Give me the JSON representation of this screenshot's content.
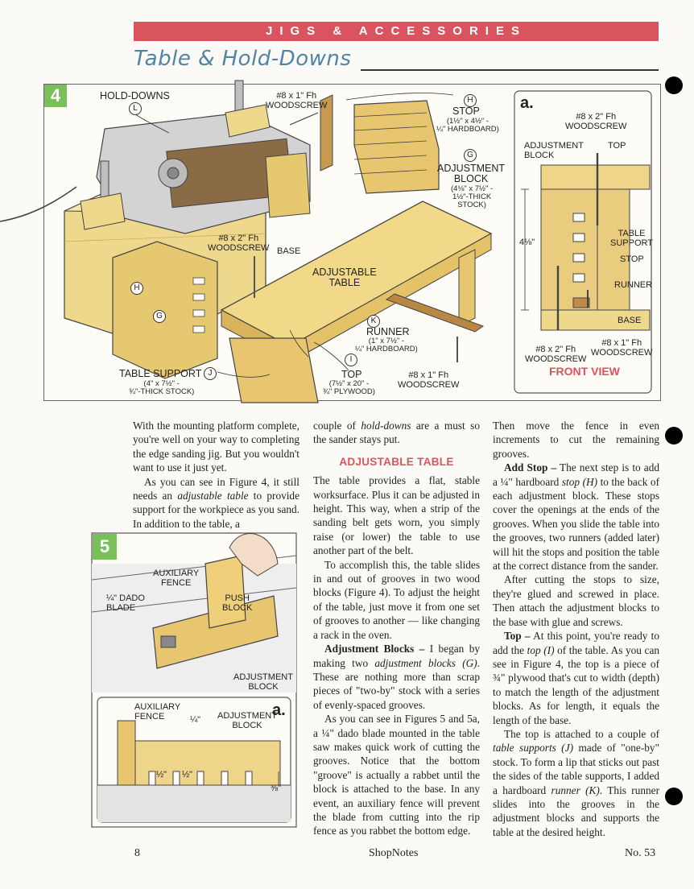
{
  "header": {
    "section": "JIGS & ACCESSORIES",
    "title": "Table & Hold-Downs"
  },
  "figure4": {
    "number": "4",
    "labels": {
      "hold_downs": "HOLD-DOWNS",
      "l": "L",
      "screw_top": "#8 x 1\" Fh",
      "screw_top2": "WOODSCREW",
      "h": "H",
      "stop": "STOP",
      "stop_dim": "(1½\" x 4½\" -",
      "stop_mat": "¼\" HARDBOARD)",
      "g": "G",
      "adj_block": "ADJUSTMENT",
      "adj_block2": "BLOCK",
      "adj_dim": "(4⅛\" x 7½\" -",
      "adj_dim2": "1½\"-THICK",
      "adj_mat": "STOCK)",
      "screw_base": "#8 x 2\" Fh",
      "screw_base2": "WOODSCREW",
      "base": "BASE",
      "adj_table": "ADJUSTABLE",
      "adj_table2": "TABLE",
      "k": "K",
      "runner": "RUNNER",
      "runner_dim": "(1\" x 7½\" -",
      "runner_mat": "¼\" HARDBOARD)",
      "i": "I",
      "top": "TOP",
      "top_dim": "(7½\" x 20\" -",
      "top_mat": "¾\" PLYWOOD)",
      "screw_bot": "#8 x 1\" Fh",
      "screw_bot2": "WOODSCREW",
      "table_support": "TABLE SUPPORT",
      "j": "J",
      "ts_dim": "(4\" x 7½\" -",
      "ts_mat": "¾\"-THICK STOCK)"
    }
  },
  "figure4a": {
    "letter": "a.",
    "labels": {
      "screw1": "#8 x 2\" Fh",
      "screw1b": "WOODSCREW",
      "adj": "ADJUSTMENT",
      "adj2": "BLOCK",
      "top": "TOP",
      "table_support": "TABLE",
      "table_support2": "SUPPORT",
      "height": "4⅛\"",
      "stop": "STOP",
      "runner": "RUNNER",
      "base": "BASE",
      "screw2": "#8 x 1\" Fh",
      "screw2b": "WOODSCREW",
      "screw3": "#8 x 2\" Fh",
      "screw3b": "WOODSCREW"
    },
    "caption": "FRONT VIEW"
  },
  "figure5": {
    "number": "5",
    "labels": {
      "aux": "AUXILIARY",
      "aux2": "FENCE",
      "dado": "¼\" DADO",
      "dado2": "BLADE",
      "push": "PUSH",
      "push2": "BLOCK",
      "adj": "ADJUSTMENT",
      "adj2": "BLOCK"
    }
  },
  "figure5a": {
    "letter": "a.",
    "labels": {
      "aux": "AUXILIARY",
      "aux2": "FENCE",
      "quarter": "¼\"",
      "adj": "ADJUSTMENT",
      "adj2": "BLOCK",
      "half1": "½\"",
      "half2": "½\"",
      "three_eighths": "⅜\""
    }
  },
  "body": {
    "col1_p1": "With the mounting platform complete, you're well on your way to completing the edge sanding jig. But you wouldn't want to use it just yet.",
    "col1_p2_a": "As you can see in Figure 4, it still needs an ",
    "col1_p2_em": "adjustable table",
    "col1_p2_b": " to provide support for the workpiece as you sand. In addition to the table, a",
    "col2_p1_a": "couple of ",
    "col2_p1_em": "hold-downs",
    "col2_p1_b": " are a must so the sander stays put.",
    "heading": "ADJUSTABLE TABLE",
    "col2_p2": "The table provides a flat, stable worksurface. Plus it can be adjusted in height. This way, when a strip of the sanding belt gets worn, you simply raise (or lower) the table to use another part of the belt.",
    "col2_p3": "To accomplish this, the table slides in and out of grooves in two wood blocks (Figure 4). To adjust the height of the table, just move it from one set of grooves to another — like changing a rack in the oven.",
    "col2_p4_run": "Adjustment Blocks –",
    "col2_p4_a": " I began by making two ",
    "col2_p4_em": "adjustment blocks (G)",
    "col2_p4_b": ". These are nothing more than scrap pieces of \"two-by\" stock with a series of evenly-spaced grooves.",
    "col2_p5": "As you can see in Figures 5 and 5a, a ¼\" dado blade mounted in the table saw makes quick work of cutting the grooves. Notice that the bottom \"groove\" is actually a rabbet until the block is attached to the base. In any event, an auxiliary fence will prevent the blade from cutting into the rip fence as you rabbet the bottom edge.",
    "col3_p1": "Then move the fence in even increments to cut the remaining grooves.",
    "col3_p2_run": "Add Stop –",
    "col3_p2_a": " The next step is to add a ¼\" hardboard ",
    "col3_p2_em": "stop (H)",
    "col3_p2_b": " to the back of each adjustment block. These stops cover the openings at the ends of the grooves. When you slide the table into the grooves, two runners (added later) will hit the stops and position the table at the correct distance from the sander.",
    "col3_p3": "After cutting the stops to size, they're glued and screwed in place. Then attach the adjustment blocks to the base with glue and screws.",
    "col3_p4_run": "Top –",
    "col3_p4_a": " At this point, you're ready to add the ",
    "col3_p4_em": "top (I)",
    "col3_p4_b": " of the table. As you can see in Figure 4, the top is a piece of ¾\" plywood that's cut to width (depth) to match the length of the adjustment blocks. As for length, it equals the length of the base.",
    "col3_p5_a": "The top is attached to a couple of ",
    "col3_p5_em": "table supports (J)",
    "col3_p5_b": " made of \"one-by\" stock. To form a lip that sticks out past the sides of the table supports, I added a hardboard ",
    "col3_p5_em2": "runner (K)",
    "col3_p5_c": ". This runner slides into the grooves in the adjustment blocks and supports the table at the desired height."
  },
  "footer": {
    "page": "8",
    "magazine": "ShopNotes",
    "issue": "No. 53"
  }
}
